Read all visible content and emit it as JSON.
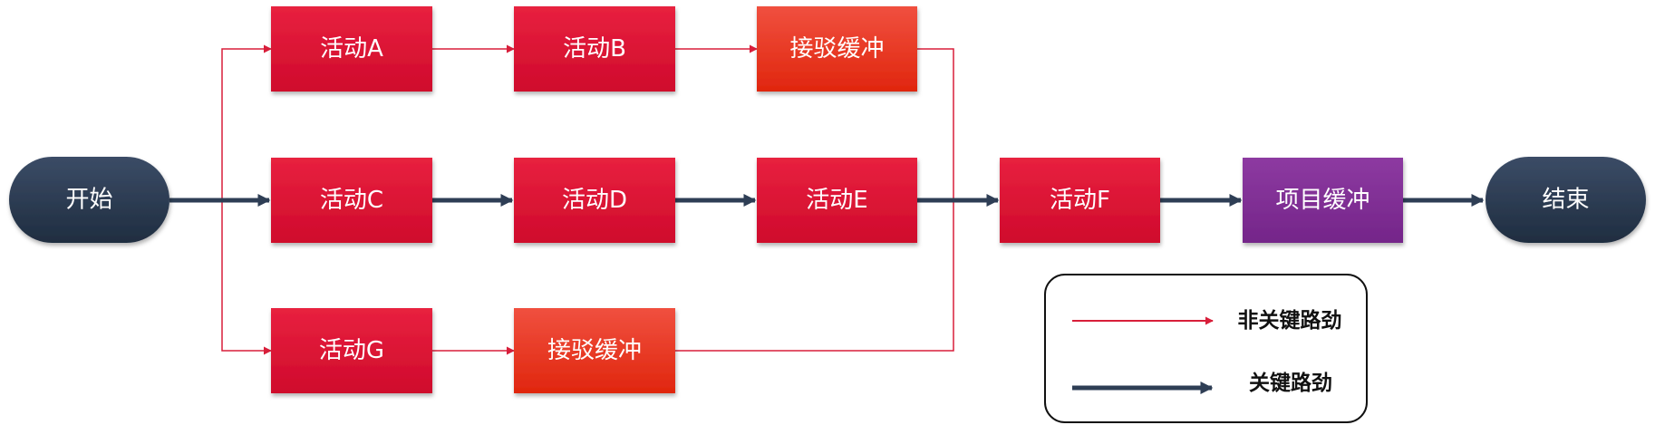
{
  "colors": {
    "activity": "#d91534",
    "feeding_buffer": "#e8361f",
    "project_buffer": "#7e2a92",
    "terminal": "#2e3e55",
    "noncritical_line": "#d81e3a",
    "critical_line": "#2e3e55"
  },
  "nodes": {
    "start": "开始",
    "end": "结束",
    "activity_a": "活动A",
    "activity_b": "活动B",
    "activity_c": "活动C",
    "activity_d": "活动D",
    "activity_e": "活动E",
    "activity_f": "活动F",
    "activity_g": "活动G",
    "feeding_buffer_top": "接驳缓冲",
    "feeding_buffer_bottom": "接驳缓冲",
    "project_buffer": "项目缓冲"
  },
  "legend": {
    "noncritical_label": "非关键路劲",
    "critical_label": "关键路劲"
  }
}
